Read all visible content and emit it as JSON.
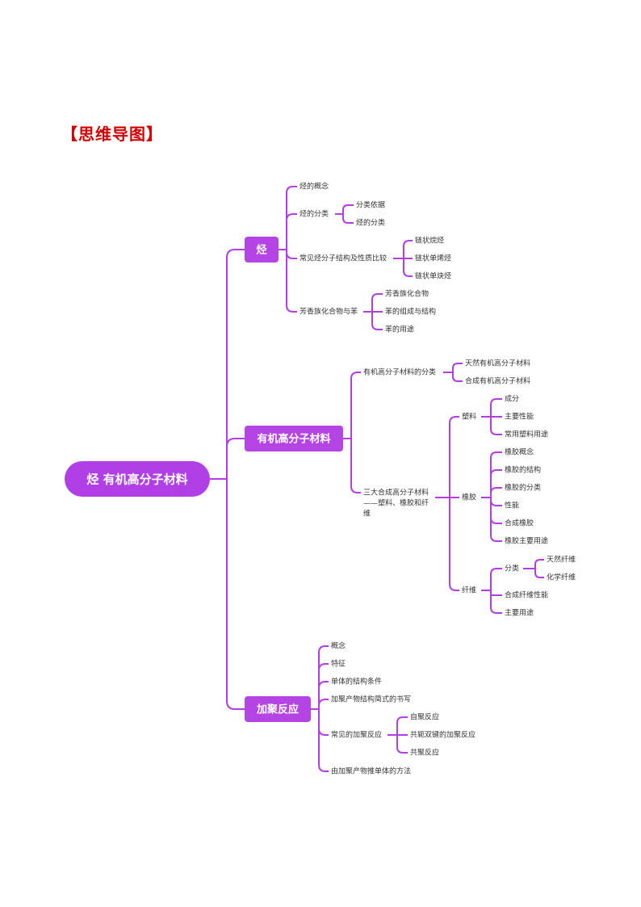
{
  "heading": "【思维导图】",
  "colors": {
    "accent": "#b13ee0",
    "root_fill": "#b040e6",
    "section_fill": "#b445e4",
    "heading": "#d40000"
  },
  "root": "烃 有机高分子材料",
  "sections": [
    {
      "label": "烃",
      "children": [
        {
          "label": "烃的概念"
        },
        {
          "label": "烃的分类",
          "children": [
            {
              "label": "分类依据"
            },
            {
              "label": "烃的分类"
            }
          ]
        },
        {
          "label": "常见烃分子结构及性质比较",
          "children": [
            {
              "label": "链状烷烃"
            },
            {
              "label": "链状单烯烃"
            },
            {
              "label": "链状单炔烃"
            }
          ]
        },
        {
          "label": "芳香族化合物与苯",
          "children": [
            {
              "label": "芳香族化合物"
            },
            {
              "label": "苯的组成与结构"
            },
            {
              "label": "苯的用途"
            }
          ]
        }
      ]
    },
    {
      "label": "有机高分子材料",
      "children": [
        {
          "label": "有机高分子材料的分类",
          "children": [
            {
              "label": "天然有机高分子材料"
            },
            {
              "label": "合成有机高分子材料"
            }
          ]
        },
        {
          "label_lines": [
            "三大合成高分子材料",
            "——塑料、橡胶和纤",
            "维"
          ],
          "children": [
            {
              "label": "塑料",
              "children": [
                {
                  "label": "成分"
                },
                {
                  "label": "主要性能"
                },
                {
                  "label": "常用塑料用途"
                }
              ]
            },
            {
              "label": "橡胶",
              "children": [
                {
                  "label": "橡胶概念"
                },
                {
                  "label": "橡胶的结构"
                },
                {
                  "label": "橡胶的分类"
                },
                {
                  "label": "性能"
                },
                {
                  "label": "合成橡胶"
                },
                {
                  "label": "橡胶主要用途"
                }
              ]
            },
            {
              "label": "纤维",
              "children": [
                {
                  "label": "分类",
                  "children": [
                    {
                      "label": "天然纤维"
                    },
                    {
                      "label": "化学纤维"
                    }
                  ]
                },
                {
                  "label": "合成纤维性能"
                },
                {
                  "label": "主要用途"
                }
              ]
            }
          ]
        }
      ]
    },
    {
      "label": "加聚反应",
      "children": [
        {
          "label": "概念"
        },
        {
          "label": "特征"
        },
        {
          "label": "单体的结构条件"
        },
        {
          "label": "加聚产物结构简式的书写"
        },
        {
          "label": "常见的加聚反应",
          "children": [
            {
              "label": "自聚反应"
            },
            {
              "label": "共轭双键的加聚反应"
            },
            {
              "label": "共聚反应"
            }
          ]
        },
        {
          "label": "由加聚产物推单体的方法"
        }
      ]
    }
  ]
}
